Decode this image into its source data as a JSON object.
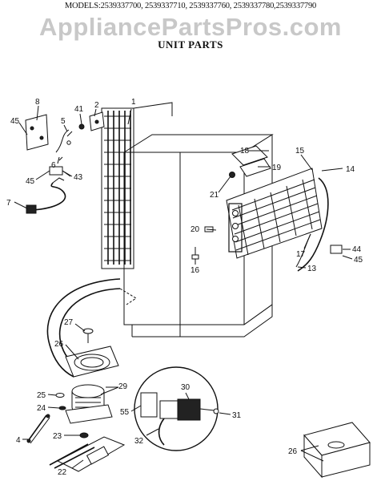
{
  "header": {
    "models": "MODELS:2539337700, 2539337710, 2539337760, 2539337780,2539337790",
    "watermark": "AppliancePartsPros.com",
    "title": "UNIT PARTS"
  },
  "callouts": {
    "c1": "1",
    "c2": "2",
    "c4": "4",
    "c5": "5",
    "c6": "6",
    "c7": "7",
    "c8": "8",
    "c13": "13",
    "c14": "14",
    "c15": "15",
    "c16": "16",
    "c17": "17",
    "c18": "18",
    "c19": "19",
    "c20": "20",
    "c21": "21",
    "c22": "22",
    "c23": "23",
    "c24": "24",
    "c25": "25",
    "c26a": "26",
    "c26b": "26",
    "c27": "27",
    "c29": "29",
    "c30": "30",
    "c31": "31",
    "c32": "32",
    "c41": "41",
    "c43": "43",
    "c44": "44",
    "c45a": "45",
    "c45b": "45",
    "c45c": "45",
    "c55": "55"
  }
}
